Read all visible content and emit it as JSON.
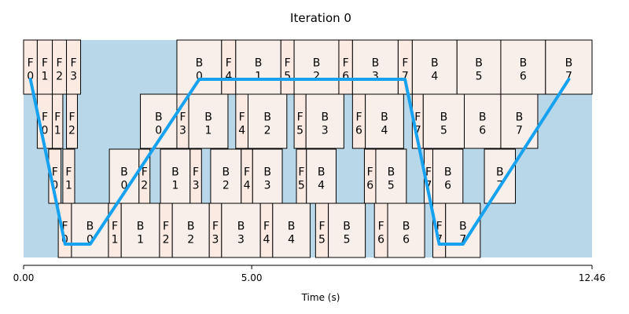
{
  "chart_data": {
    "type": "gantt",
    "title": "Iteration    0",
    "xlabel": "Time (s)",
    "xlim": [
      0,
      12.46
    ],
    "x_ticks": [
      {
        "value": 0,
        "label": "0.00"
      },
      {
        "value": 5,
        "label": "5.00"
      },
      {
        "value": 12.46,
        "label": "12.46"
      }
    ],
    "lanes": 4,
    "colors": {
      "background": "#b8d7e8",
      "forward": "#fbeae2",
      "backward": "#f9efea",
      "path": "#17a2f0"
    },
    "blocks": [
      {
        "kind": "F",
        "id": "0",
        "lane": 0,
        "start": 0.0,
        "end": 0.3
      },
      {
        "kind": "F",
        "id": "1",
        "lane": 0,
        "start": 0.3,
        "end": 0.63
      },
      {
        "kind": "F",
        "id": "2",
        "lane": 0,
        "start": 0.63,
        "end": 0.94
      },
      {
        "kind": "F",
        "id": "3",
        "lane": 0,
        "start": 0.94,
        "end": 1.25
      },
      {
        "kind": "B",
        "id": "0",
        "lane": 0,
        "start": 3.36,
        "end": 4.34
      },
      {
        "kind": "F",
        "id": "4",
        "lane": 0,
        "start": 4.34,
        "end": 4.65
      },
      {
        "kind": "B",
        "id": "1",
        "lane": 0,
        "start": 4.65,
        "end": 5.64
      },
      {
        "kind": "F",
        "id": "5",
        "lane": 0,
        "start": 5.64,
        "end": 5.93
      },
      {
        "kind": "B",
        "id": "2",
        "lane": 0,
        "start": 5.93,
        "end": 6.91
      },
      {
        "kind": "F",
        "id": "6",
        "lane": 0,
        "start": 6.91,
        "end": 7.21
      },
      {
        "kind": "B",
        "id": "3",
        "lane": 0,
        "start": 7.21,
        "end": 8.21
      },
      {
        "kind": "F",
        "id": "7",
        "lane": 0,
        "start": 8.21,
        "end": 8.52
      },
      {
        "kind": "B",
        "id": "4",
        "lane": 0,
        "start": 8.52,
        "end": 9.5
      },
      {
        "kind": "B",
        "id": "5",
        "lane": 0,
        "start": 9.5,
        "end": 10.46
      },
      {
        "kind": "B",
        "id": "6",
        "lane": 0,
        "start": 10.46,
        "end": 11.44
      },
      {
        "kind": "B",
        "id": "7",
        "lane": 0,
        "start": 11.44,
        "end": 12.46
      },
      {
        "kind": "F",
        "id": "0",
        "lane": 1,
        "start": 0.3,
        "end": 0.63
      },
      {
        "kind": "F",
        "id": "1",
        "lane": 1,
        "start": 0.63,
        "end": 0.86
      },
      {
        "kind": "F",
        "id": "2",
        "lane": 1,
        "start": 0.94,
        "end": 1.18
      },
      {
        "kind": "B",
        "id": "0",
        "lane": 1,
        "start": 2.56,
        "end": 3.36
      },
      {
        "kind": "F",
        "id": "3",
        "lane": 1,
        "start": 3.36,
        "end": 3.62
      },
      {
        "kind": "B",
        "id": "1",
        "lane": 1,
        "start": 3.62,
        "end": 4.48
      },
      {
        "kind": "F",
        "id": "4",
        "lane": 1,
        "start": 4.65,
        "end": 4.92
      },
      {
        "kind": "B",
        "id": "2",
        "lane": 1,
        "start": 4.92,
        "end": 5.77
      },
      {
        "kind": "F",
        "id": "5",
        "lane": 1,
        "start": 5.93,
        "end": 6.19
      },
      {
        "kind": "B",
        "id": "3",
        "lane": 1,
        "start": 6.19,
        "end": 7.02
      },
      {
        "kind": "F",
        "id": "6",
        "lane": 1,
        "start": 7.21,
        "end": 7.49
      },
      {
        "kind": "B",
        "id": "4",
        "lane": 1,
        "start": 7.49,
        "end": 8.33
      },
      {
        "kind": "F",
        "id": "7",
        "lane": 1,
        "start": 8.52,
        "end": 8.76
      },
      {
        "kind": "B",
        "id": "5",
        "lane": 1,
        "start": 8.76,
        "end": 9.66
      },
      {
        "kind": "B",
        "id": "6",
        "lane": 1,
        "start": 9.66,
        "end": 10.46
      },
      {
        "kind": "B",
        "id": "7",
        "lane": 1,
        "start": 10.46,
        "end": 11.27
      },
      {
        "kind": "F",
        "id": "0",
        "lane": 2,
        "start": 0.55,
        "end": 0.82
      },
      {
        "kind": "F",
        "id": "1",
        "lane": 2,
        "start": 0.86,
        "end": 1.12
      },
      {
        "kind": "B",
        "id": "0",
        "lane": 2,
        "start": 1.88,
        "end": 2.53
      },
      {
        "kind": "F",
        "id": "2",
        "lane": 2,
        "start": 2.53,
        "end": 2.77
      },
      {
        "kind": "B",
        "id": "1",
        "lane": 2,
        "start": 3.0,
        "end": 3.65
      },
      {
        "kind": "F",
        "id": "3",
        "lane": 2,
        "start": 3.65,
        "end": 3.9
      },
      {
        "kind": "B",
        "id": "2",
        "lane": 2,
        "start": 4.1,
        "end": 4.77
      },
      {
        "kind": "F",
        "id": "4",
        "lane": 2,
        "start": 4.77,
        "end": 5.02
      },
      {
        "kind": "B",
        "id": "3",
        "lane": 2,
        "start": 5.02,
        "end": 5.67
      },
      {
        "kind": "F",
        "id": "5",
        "lane": 2,
        "start": 5.98,
        "end": 6.2
      },
      {
        "kind": "B",
        "id": "4",
        "lane": 2,
        "start": 6.2,
        "end": 6.85
      },
      {
        "kind": "F",
        "id": "6",
        "lane": 2,
        "start": 7.47,
        "end": 7.72
      },
      {
        "kind": "B",
        "id": "5",
        "lane": 2,
        "start": 7.72,
        "end": 8.39
      },
      {
        "kind": "F",
        "id": "7",
        "lane": 2,
        "start": 8.78,
        "end": 8.97
      },
      {
        "kind": "B",
        "id": "6",
        "lane": 2,
        "start": 8.97,
        "end": 9.63
      },
      {
        "kind": "B",
        "id": "7",
        "lane": 2,
        "start": 10.1,
        "end": 10.78
      },
      {
        "kind": "F",
        "id": "0",
        "lane": 3,
        "start": 0.76,
        "end": 1.05
      },
      {
        "kind": "B",
        "id": "0",
        "lane": 3,
        "start": 1.05,
        "end": 1.86
      },
      {
        "kind": "F",
        "id": "1",
        "lane": 3,
        "start": 1.86,
        "end": 2.14
      },
      {
        "kind": "B",
        "id": "1",
        "lane": 3,
        "start": 2.14,
        "end": 2.98
      },
      {
        "kind": "F",
        "id": "2",
        "lane": 3,
        "start": 2.98,
        "end": 3.26
      },
      {
        "kind": "B",
        "id": "2",
        "lane": 3,
        "start": 3.26,
        "end": 4.07
      },
      {
        "kind": "F",
        "id": "3",
        "lane": 3,
        "start": 4.07,
        "end": 4.34
      },
      {
        "kind": "B",
        "id": "3",
        "lane": 3,
        "start": 4.34,
        "end": 5.19
      },
      {
        "kind": "F",
        "id": "4",
        "lane": 3,
        "start": 5.19,
        "end": 5.46
      },
      {
        "kind": "B",
        "id": "4",
        "lane": 3,
        "start": 5.46,
        "end": 6.28
      },
      {
        "kind": "F",
        "id": "5",
        "lane": 3,
        "start": 6.4,
        "end": 6.68
      },
      {
        "kind": "B",
        "id": "5",
        "lane": 3,
        "start": 6.68,
        "end": 7.49
      },
      {
        "kind": "F",
        "id": "6",
        "lane": 3,
        "start": 7.69,
        "end": 7.98
      },
      {
        "kind": "B",
        "id": "6",
        "lane": 3,
        "start": 7.98,
        "end": 8.79
      },
      {
        "kind": "F",
        "id": "7",
        "lane": 3,
        "start": 8.97,
        "end": 9.25
      },
      {
        "kind": "B",
        "id": "7",
        "lane": 3,
        "start": 9.25,
        "end": 10.01
      }
    ],
    "critical_path": [
      {
        "x": 0.15,
        "lane": 0
      },
      {
        "x": 0.91,
        "lane": 3
      },
      {
        "x": 1.46,
        "lane": 3
      },
      {
        "x": 3.85,
        "lane": 0
      },
      {
        "x": 8.36,
        "lane": 0
      },
      {
        "x": 9.11,
        "lane": 3
      },
      {
        "x": 9.63,
        "lane": 3
      },
      {
        "x": 11.95,
        "lane": 0
      }
    ]
  }
}
